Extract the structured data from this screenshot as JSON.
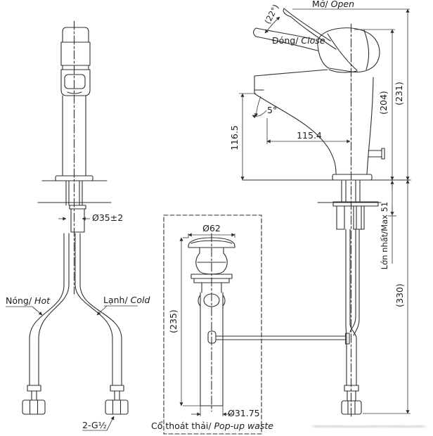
{
  "drawing": {
    "labels": {
      "open": {
        "vi": "Mở/ ",
        "en": "Open"
      },
      "close": {
        "vi": "Đóng/ ",
        "en": "Close"
      },
      "hot": {
        "vi": "Nóng/ ",
        "en": "Hot"
      },
      "cold": {
        "vi": "Lạnh/ ",
        "en": "Cold"
      },
      "popup_waste": {
        "vi": "Cổ thoát thải/ ",
        "en": "Pop-up waste"
      },
      "thread": "2-G½"
    },
    "dimensions": {
      "open_angle": "(22°)",
      "flow_angle": "5°",
      "spout_height": "116.5",
      "spout_reach": "115.4",
      "height_closed": "(204)",
      "height_open": "(231)",
      "hole_diameter": "Ø35±2",
      "max_deck": "Lớn nhất/Max 51",
      "below_counter": "(330)",
      "popup_cap_diameter": "Ø62",
      "popup_length": "(235)",
      "popup_pipe_diameter": "Ø31.75"
    },
    "colors": {
      "line": "#2e2e2e",
      "dimension_line": "#3a3a3a",
      "background": "#ffffff"
    }
  }
}
